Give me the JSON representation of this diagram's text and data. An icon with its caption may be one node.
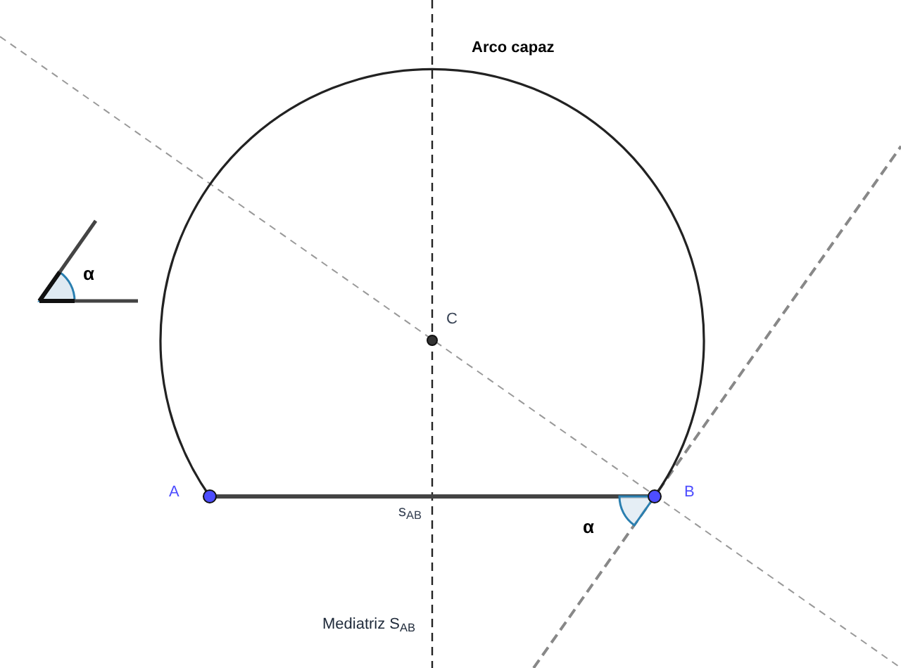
{
  "diagram": {
    "labels": [
      "Arco capaz",
      "α",
      "C",
      "A",
      "B",
      "s$_{AB}$",
      "α",
      "Mediatriz S$_{AB}$"
    ]
  }
}
